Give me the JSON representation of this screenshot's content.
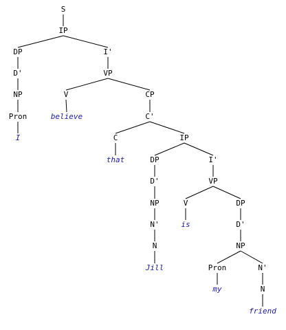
{
  "colors": {
    "category": "#000000",
    "word": "#1a1ab4",
    "edge": "#000000",
    "background": "#ffffff"
  },
  "nodes": [
    {
      "id": "n1",
      "label": "S",
      "kind": "category"
    },
    {
      "id": "n2",
      "label": "IP",
      "kind": "category"
    },
    {
      "id": "n3",
      "label": "DP",
      "kind": "category"
    },
    {
      "id": "n4",
      "label": "I'",
      "kind": "category"
    },
    {
      "id": "n5",
      "label": "D'",
      "kind": "category"
    },
    {
      "id": "n6",
      "label": "VP",
      "kind": "category"
    },
    {
      "id": "n7",
      "label": "NP",
      "kind": "category"
    },
    {
      "id": "n8",
      "label": "V",
      "kind": "category"
    },
    {
      "id": "n9",
      "label": "CP",
      "kind": "category"
    },
    {
      "id": "n10",
      "label": "Pron",
      "kind": "category"
    },
    {
      "id": "n11",
      "label": "believe",
      "kind": "word"
    },
    {
      "id": "n12",
      "label": "C'",
      "kind": "category"
    },
    {
      "id": "n13",
      "label": "I",
      "kind": "word"
    },
    {
      "id": "n14",
      "label": "C",
      "kind": "category"
    },
    {
      "id": "n15",
      "label": "IP",
      "kind": "category"
    },
    {
      "id": "n16",
      "label": "that",
      "kind": "word"
    },
    {
      "id": "n17",
      "label": "DP",
      "kind": "category"
    },
    {
      "id": "n18",
      "label": "I'",
      "kind": "category"
    },
    {
      "id": "n19",
      "label": "D'",
      "kind": "category"
    },
    {
      "id": "n20",
      "label": "VP",
      "kind": "category"
    },
    {
      "id": "n21",
      "label": "NP",
      "kind": "category"
    },
    {
      "id": "n22",
      "label": "V",
      "kind": "category"
    },
    {
      "id": "n23",
      "label": "DP",
      "kind": "category"
    },
    {
      "id": "n24",
      "label": "N'",
      "kind": "category"
    },
    {
      "id": "n25",
      "label": "is",
      "kind": "word"
    },
    {
      "id": "n26",
      "label": "D'",
      "kind": "category"
    },
    {
      "id": "n27",
      "label": "N",
      "kind": "category"
    },
    {
      "id": "n28",
      "label": "NP",
      "kind": "category"
    },
    {
      "id": "n29",
      "label": "Jill",
      "kind": "word"
    },
    {
      "id": "n30",
      "label": "Pron",
      "kind": "category"
    },
    {
      "id": "n31",
      "label": "N'",
      "kind": "category"
    },
    {
      "id": "n32",
      "label": "my",
      "kind": "word"
    },
    {
      "id": "n33",
      "label": "N",
      "kind": "category"
    },
    {
      "id": "n34",
      "label": "friend",
      "kind": "word"
    }
  ],
  "edges": [
    [
      "n1",
      "n2"
    ],
    [
      "n2",
      "n3"
    ],
    [
      "n2",
      "n4"
    ],
    [
      "n3",
      "n5"
    ],
    [
      "n5",
      "n7"
    ],
    [
      "n7",
      "n10"
    ],
    [
      "n10",
      "n13"
    ],
    [
      "n4",
      "n6"
    ],
    [
      "n6",
      "n8"
    ],
    [
      "n6",
      "n9"
    ],
    [
      "n8",
      "n11"
    ],
    [
      "n9",
      "n12"
    ],
    [
      "n12",
      "n14"
    ],
    [
      "n12",
      "n15"
    ],
    [
      "n14",
      "n16"
    ],
    [
      "n15",
      "n17"
    ],
    [
      "n15",
      "n18"
    ],
    [
      "n17",
      "n19"
    ],
    [
      "n19",
      "n21"
    ],
    [
      "n21",
      "n24"
    ],
    [
      "n24",
      "n27"
    ],
    [
      "n27",
      "n29"
    ],
    [
      "n18",
      "n20"
    ],
    [
      "n20",
      "n22"
    ],
    [
      "n20",
      "n23"
    ],
    [
      "n22",
      "n25"
    ],
    [
      "n23",
      "n26"
    ],
    [
      "n26",
      "n28"
    ],
    [
      "n28",
      "n30"
    ],
    [
      "n28",
      "n31"
    ],
    [
      "n30",
      "n32"
    ],
    [
      "n31",
      "n33"
    ],
    [
      "n33",
      "n34"
    ]
  ]
}
